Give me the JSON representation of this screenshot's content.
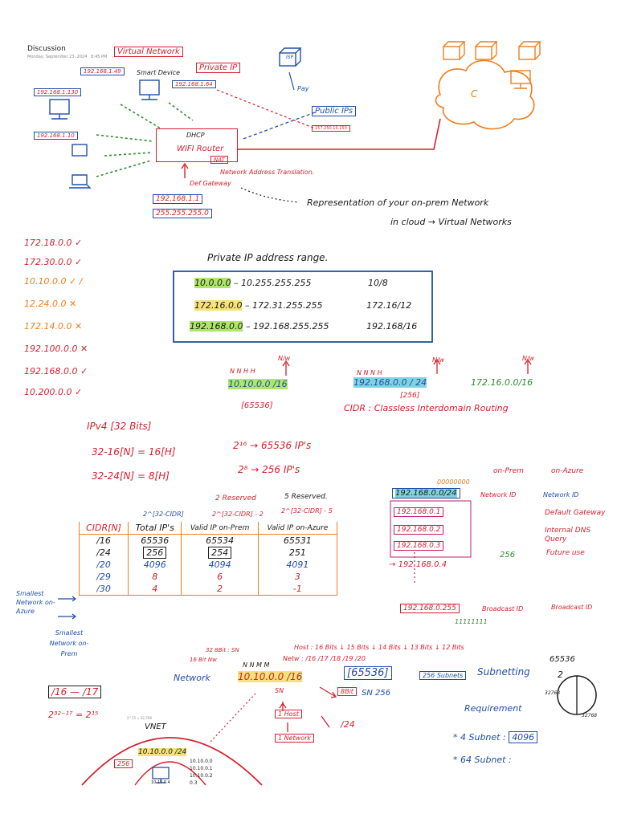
{
  "header": {
    "title": "Discussion",
    "date": "Monday, September 23, 2024",
    "time": "8:45 PM"
  },
  "network_diagram": {
    "virtual_network": "Virtual Network",
    "private_ip": "Private IP",
    "smart_device": "Smart Device",
    "device_ips": [
      "192.168.1.49",
      "192.168.1.64",
      "192.168.1.130",
      "192.168.1.10"
    ],
    "isp": "ISP",
    "pay": "Pay",
    "public_ips": "Public IPs",
    "public_ip_value": "157.250.10.150",
    "dhcp": "DHCP",
    "wifi_router": "WIFI Router",
    "nat": "NAT",
    "nat_expansion": "Network Address Translation.",
    "default_gateway": "Def Gateway",
    "gateway_ip": "192.168.1.1",
    "subnet_mask": "255.255.255.0",
    "cloud_label": "C",
    "representation_line1": "Representation of your on-prem Network",
    "representation_line2": "in cloud → Virtual Networks"
  },
  "ip_check_list": [
    {
      "ip": "172.18.0.0",
      "mark": "✓",
      "color": "#d61f2c"
    },
    {
      "ip": "172.30.0.0",
      "mark": "✓",
      "color": "#d61f2c"
    },
    {
      "ip": "10.10.0.0",
      "mark": "✓ /",
      "color": "#ef7d1a"
    },
    {
      "ip": "12.24.0.0",
      "mark": "✕",
      "color": "#ef7d1a"
    },
    {
      "ip": "172.14.0.0",
      "mark": "✕",
      "color": "#ef7d1a"
    },
    {
      "ip": "192.100.0.0",
      "mark": "✕",
      "color": "#d61f2c"
    },
    {
      "ip": "192.168.0.0",
      "mark": "✓",
      "color": "#d61f2c"
    },
    {
      "ip": "10.200.0.0",
      "mark": "✓",
      "color": "#d61f2c"
    }
  ],
  "private_range": {
    "title": "Private IP address range.",
    "rows": [
      {
        "start": "10.0.0.0",
        "end": "10.255.255.255",
        "cidr": "10/8"
      },
      {
        "start": "172.16.0.0",
        "end": "172.31.255.255",
        "cidr": "172.16/12"
      },
      {
        "start": "192.168.0.0",
        "end": "192.168.255.255",
        "cidr": "192.168/16"
      }
    ]
  },
  "cidr_examples": {
    "nnhh": "N N H H",
    "nw": "N/w",
    "ex1": "10.10.0.0 /16",
    "ex1_count": "[65536]",
    "nnnh": "N N N H",
    "ex2": "192.168.0.0 / 24",
    "ex2_count": "[256]",
    "ex3": "172.16.0.0/16",
    "cidr_full": "CIDR : Classless Interdomain Routing"
  },
  "ipv4": {
    "title": "IPv4 [32 Bits]",
    "eq1": "32-16[N] = 16[H]",
    "eq2": "32-24[N] = 8[H]",
    "pow1": "2¹⁶ → 65536 IP's",
    "pow2": "2⁸ → 256 IP's"
  },
  "cidr_table": {
    "reserved2": "2 Reserved",
    "reserved5": "5 Reserved.",
    "formula_total": "2^[32-CIDR]",
    "formula_valid": "2^[32-CIDR] - 2",
    "formula_azure": "2^[32-CIDR] - 5",
    "headers": [
      "CIDR[N]",
      "Total IP's",
      "Valid IP on-Prem",
      "Valid IP on-Azure"
    ],
    "rows": [
      [
        "/16",
        "65536",
        "65534",
        "65531"
      ],
      [
        "/24",
        "256",
        "254",
        "251"
      ],
      [
        "/20",
        "4096",
        "4094",
        "4091"
      ],
      [
        "/29",
        "8",
        "6",
        "3"
      ],
      [
        "/30",
        "4",
        "2",
        "-1"
      ]
    ],
    "smallest_azure": "Smallest Network on-Azure",
    "smallest_prem": "Smallest Network on-Prem"
  },
  "subnet_ids": {
    "on_prem": "on-Prem",
    "on_azure": "on-Azure",
    "zeros": "00000000",
    "rows": [
      {
        "ip": "192.168.0.0/24",
        "prem": "Network ID",
        "azure": "Network ID"
      },
      {
        "ip": "192.168.0.1",
        "prem": "",
        "azure": "Default Gateway"
      },
      {
        "ip": "192.168.0.2",
        "prem": "",
        "azure": "Internal DNS Query"
      },
      {
        "ip": "192.168.0.3",
        "prem": "",
        "azure": "Future use"
      }
    ],
    "count": "256",
    "fourth": "192.168.0.4",
    "broadcast_ip": "192.168.0.255",
    "broadcast_prem": "Broadcast ID",
    "broadcast_azure": "Broadcast ID",
    "ones": "11111111"
  },
  "subnetting": {
    "host_bits": "Host : 16 Bits ↓ 15 Bits ↓ 14 Bits ↓ 13 Bits ↓ 12 Bits",
    "netw_steps": "Netw : /16   /17   /18   /19   /20",
    "bits_note": "32  8Bit : SN",
    "bits_note2": "16 Bit Nw",
    "network_label": "Network",
    "nnmm": "N N M M",
    "addr": "10.10.0.0 /16",
    "sn": "SN",
    "count": "[65536]",
    "subnets_256": "256 Subnets",
    "subnetting_title": "Subnetting",
    "eight_bit": "8Bit",
    "sn256": "SN 256",
    "one_host": "1 Host",
    "one_network": "1 Network",
    "slash24": "/24",
    "range": "/16 — /17",
    "pow": "2³²⁻¹⁷ = 2¹⁵",
    "vnet": "VNET",
    "small_note": "2^15 = 32,768",
    "requirement": "Requirement",
    "req1_label": "* 4 Subnet :",
    "req1_value": "4096",
    "req2_label": "* 64 Subnet :",
    "circle_top": "65536",
    "circle_num": "2",
    "circle_left": "32768",
    "circle_right": "32768"
  },
  "vnet_diagram": {
    "n256": "256",
    "addr": "10.10.0.0 /24",
    "ips": [
      "10.10.0.0",
      "10.10.0.1",
      "10.10.0.2",
      "0.3"
    ],
    "bottom": "10.10.0.4"
  }
}
